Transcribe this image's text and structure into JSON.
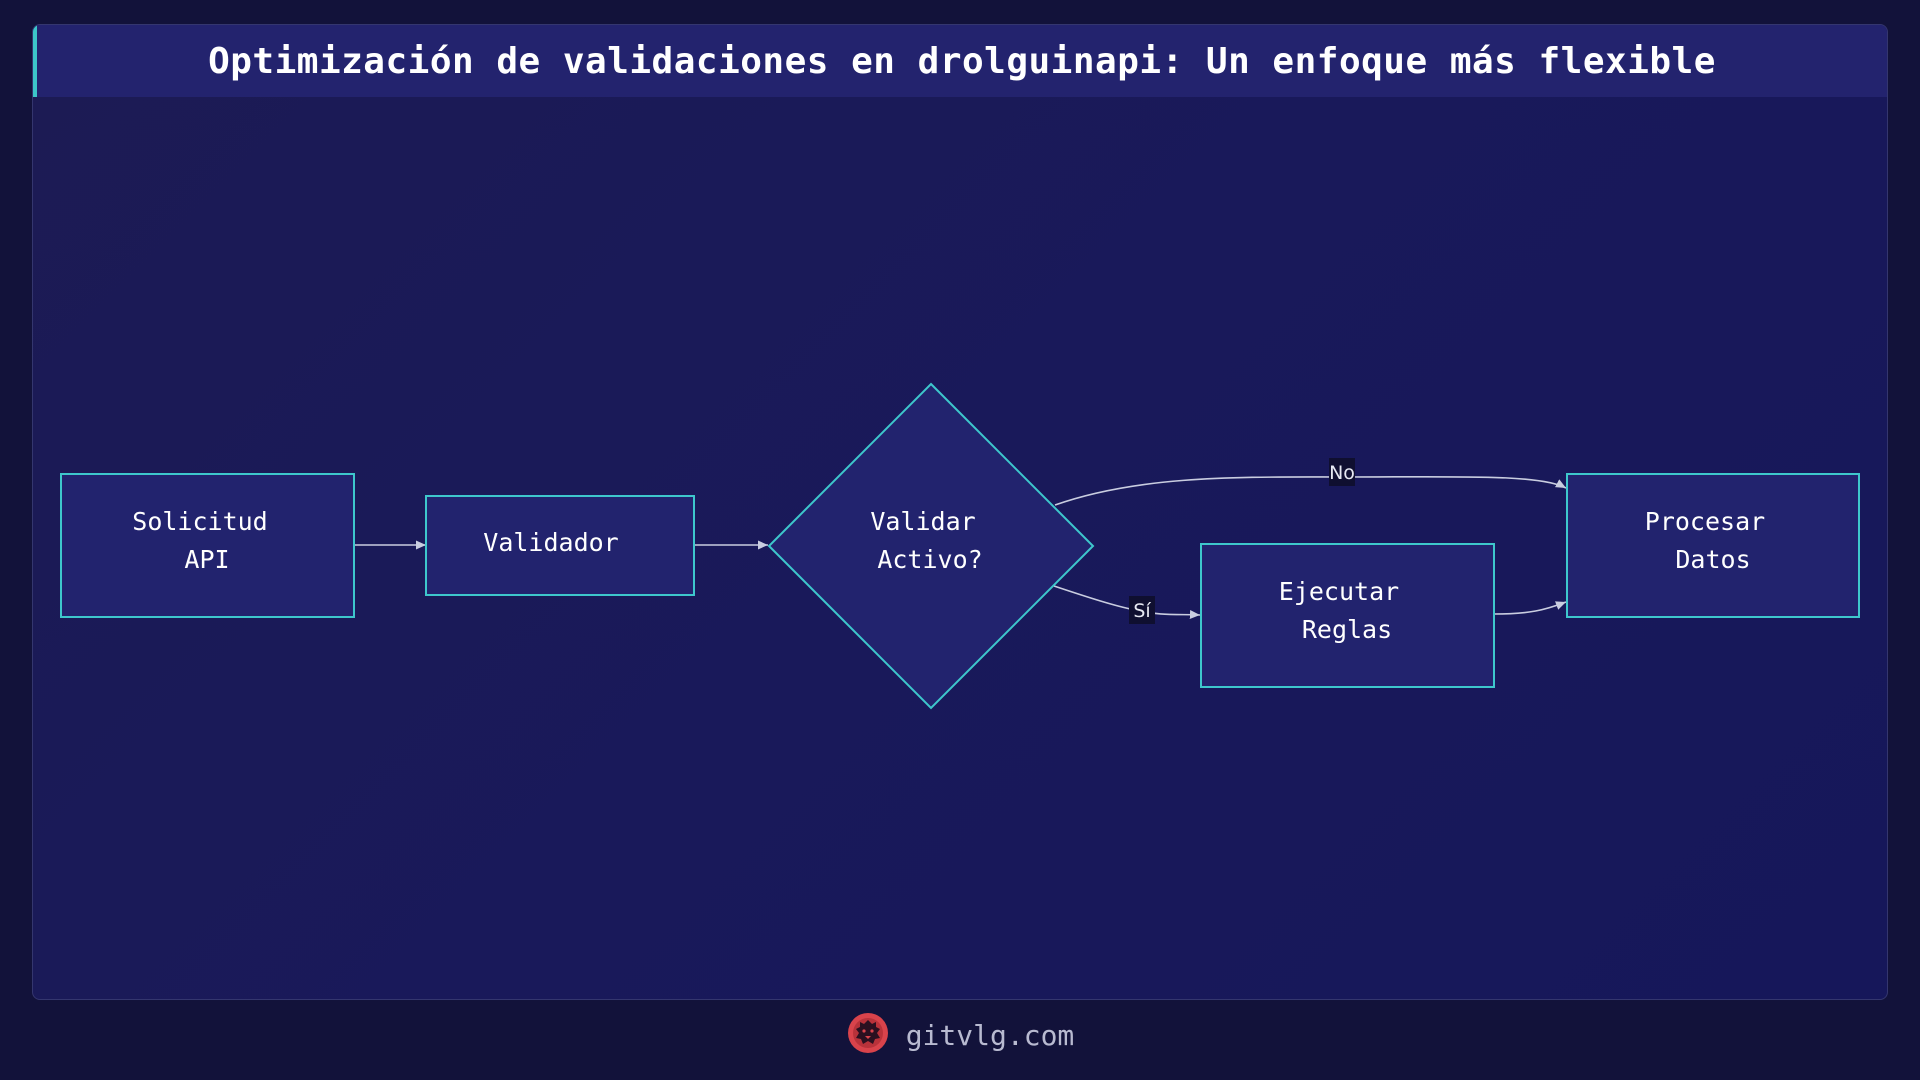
{
  "title": "Optimización de validaciones en drolguinapi: Un enfoque más flexible",
  "nodes": {
    "solicitud": [
      "Solicitud",
      "API"
    ],
    "validador": [
      "Validador"
    ],
    "validar": [
      "Validar",
      "Activo?"
    ],
    "ejecutar": [
      "Ejecutar",
      "Reglas"
    ],
    "procesar": [
      "Procesar",
      "Datos"
    ]
  },
  "edges": {
    "no_label": "No",
    "si_label": "Sí"
  },
  "footer": {
    "site": "gitvlg.com",
    "logo_icon": "lion-logo-icon"
  },
  "colors": {
    "accent": "#3ec7cc",
    "node_fill": "#22236e",
    "logo": "#d9434b"
  }
}
